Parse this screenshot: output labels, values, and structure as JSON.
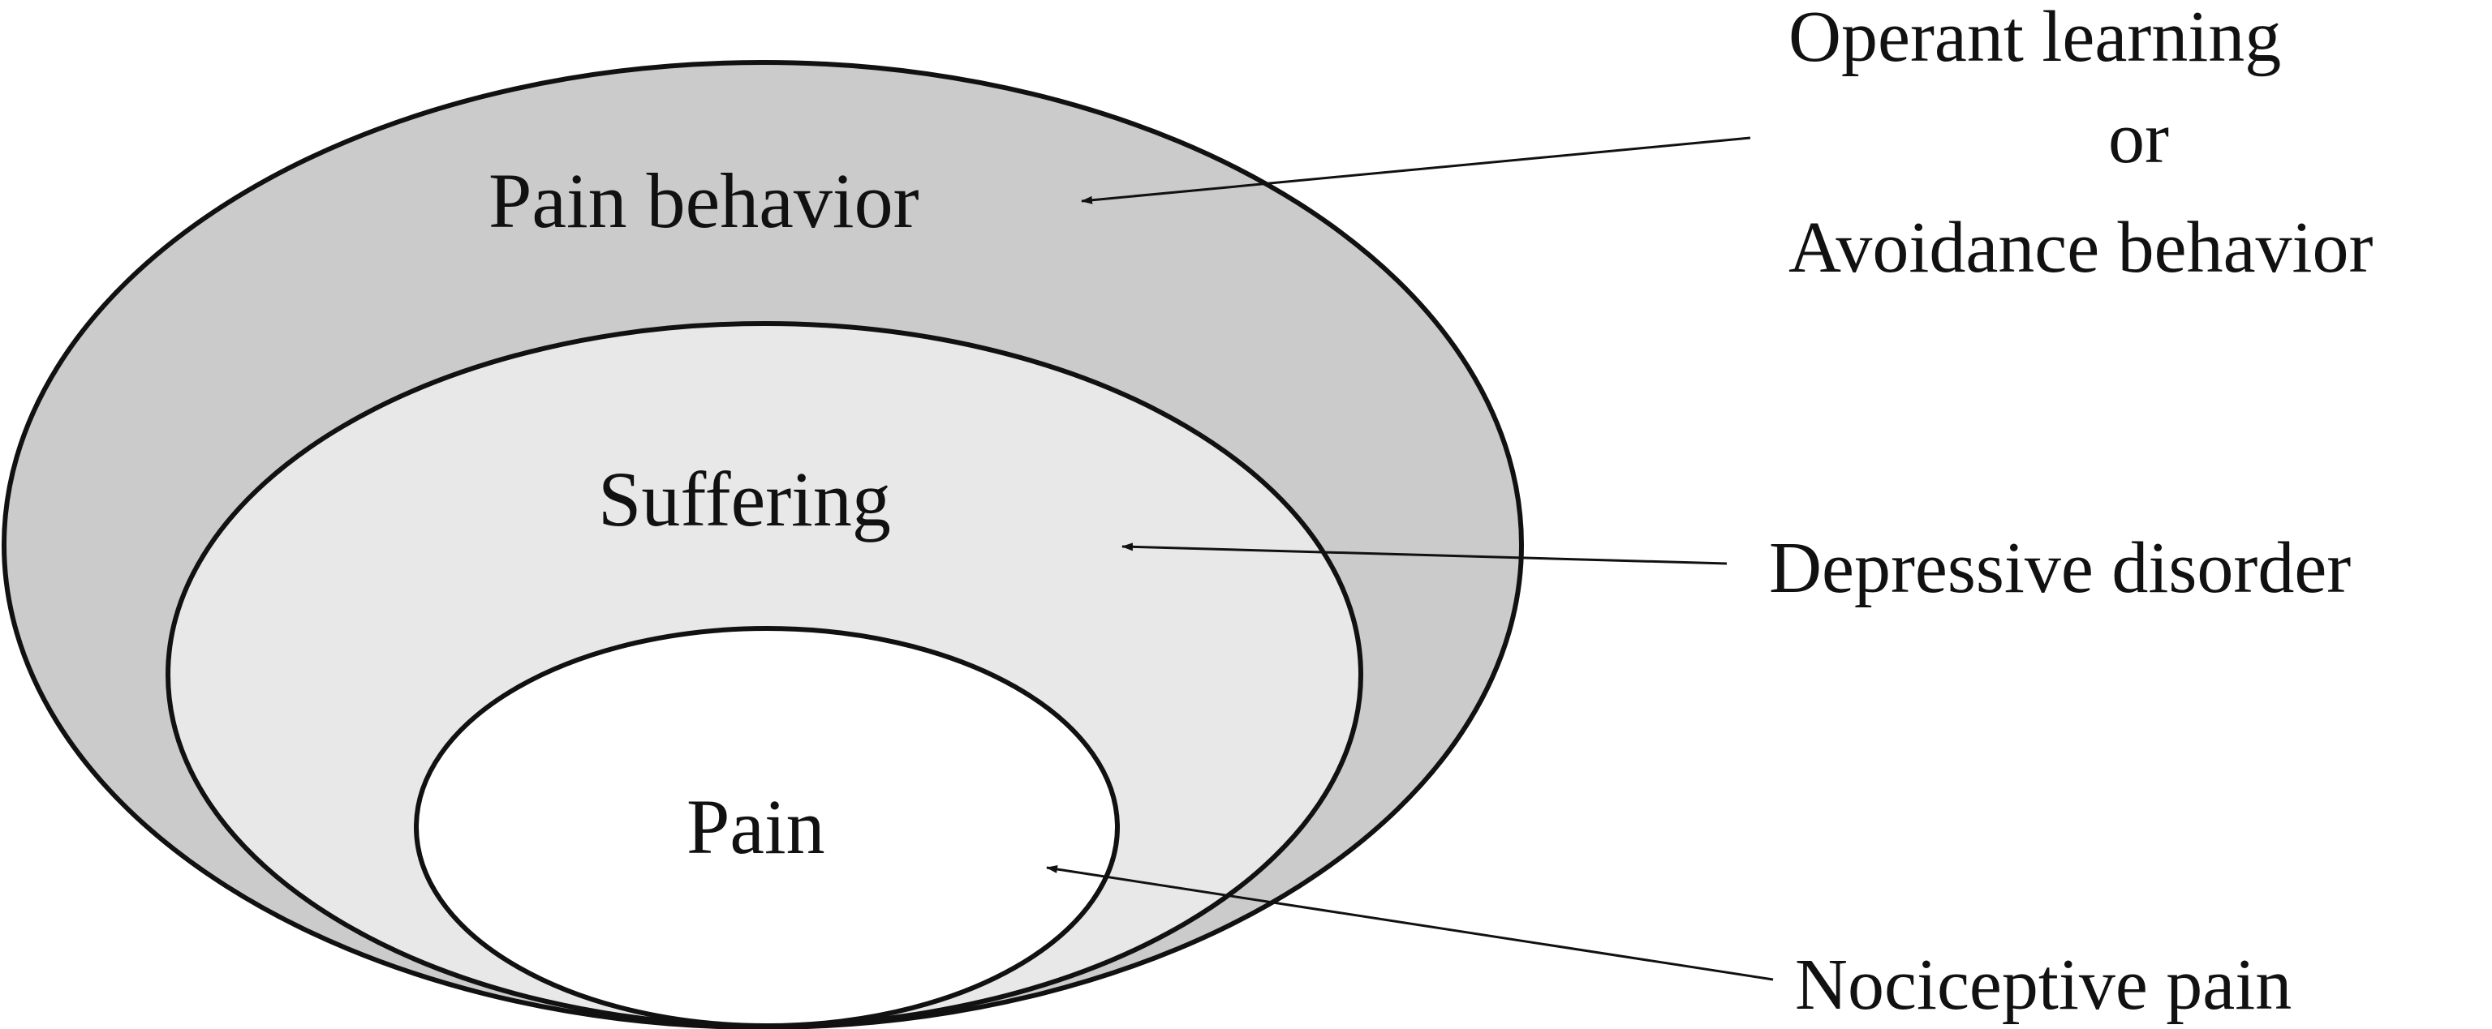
{
  "colors": {
    "outer_fill": "#cbcbcb",
    "middle_fill": "#e8e8e8",
    "inner_fill": "#ffffff",
    "stroke": "#111111",
    "text": "#111111"
  },
  "layers": {
    "outer": {
      "label": "Pain behavior"
    },
    "middle": {
      "label": "Suffering"
    },
    "inner": {
      "label": "Pain"
    }
  },
  "annotations": {
    "behavior": {
      "line1": "Operant learning",
      "line2": "or",
      "line3": "Avoidance behavior"
    },
    "suffering": {
      "label": "Depressive disorder"
    },
    "pain": {
      "label": "Nociceptive pain"
    }
  }
}
